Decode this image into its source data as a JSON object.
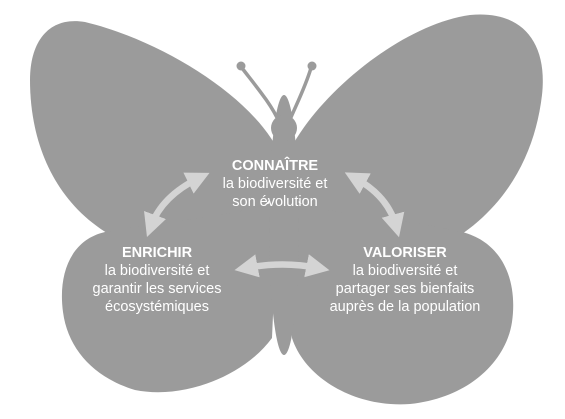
{
  "colors": {
    "wing": "#9b9b9b",
    "arrow": "#d4d4d4",
    "text": "#ffffff",
    "background": "#ffffff"
  },
  "blocks": {
    "top": {
      "title": "CONNAÎTRE",
      "lines": [
        "la biodiversité et",
        "son évolution"
      ]
    },
    "left": {
      "title": "ENRICHIR",
      "lines": [
        "la biodiversité et",
        "garantir les services",
        "écosystémiques"
      ]
    },
    "right": {
      "title": "VALORISER",
      "lines": [
        "la biodiversité et",
        "partager ses bienfaits",
        "auprès de la population"
      ]
    }
  },
  "arrows": [
    "top-left",
    "top-right",
    "left-right"
  ]
}
